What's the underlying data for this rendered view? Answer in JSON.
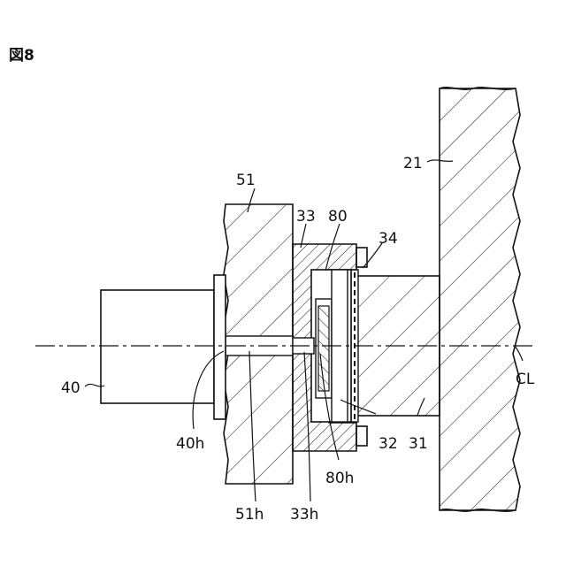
{
  "figure": {
    "title": "図8"
  },
  "labels": {
    "l21": "21",
    "l51": "51",
    "l33": "33",
    "l80": "80",
    "l34": "34",
    "l40": "40",
    "lCL": "CL",
    "l40h": "40h",
    "l32": "32",
    "l31": "31",
    "l80h": "80h",
    "l51h": "51h",
    "l33h": "33h"
  }
}
